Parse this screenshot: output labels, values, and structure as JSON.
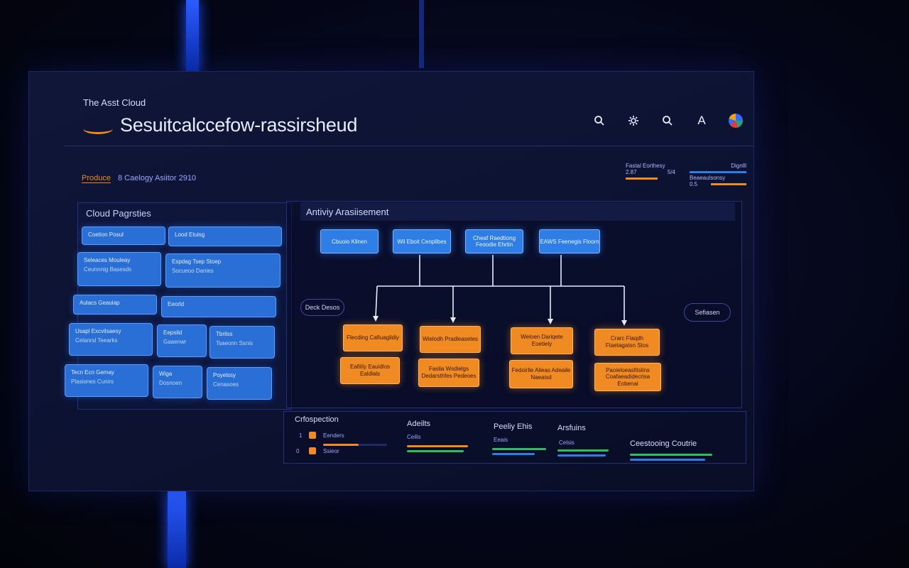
{
  "header": {
    "brand_sub": "The Asst Cloud",
    "title": "Sesuitcalccefow-rassirsheud",
    "icons": [
      "search-icon",
      "gear-icon",
      "search-icon",
      "text-icon",
      "globe-icon"
    ],
    "text_icon_glyph": "A"
  },
  "breadcrumb": {
    "active": "Produce",
    "rest": "8 Caelogy Asiitor 2910"
  },
  "mini_stats": {
    "col1_label": "Fastal Eorthesy",
    "col1_value": "2.87",
    "col1_aux": "5/4",
    "col2_label": "Dignlll",
    "col2_label2": "Beaeaulsonsy",
    "col2_value": "0.5"
  },
  "left_panel": {
    "title": "Cloud Pagrsties",
    "tiles": [
      {
        "title": "Coetion Posul",
        "sub": ""
      },
      {
        "title": "Lood Etuisg",
        "sub": ""
      },
      {
        "title": "Seleaces Mouleay",
        "sub": "Ceunnnig Basesds"
      },
      {
        "title": "Espdag Tsep Stoep",
        "sub": "Socueoo Danies"
      },
      {
        "title": "Aulacs Geauiap",
        "sub": ""
      },
      {
        "title": "Eeorld",
        "sub": ""
      },
      {
        "title": "Usapl Excvilsaesy",
        "sub": "Celanrsl Teearks"
      },
      {
        "title": "Eepsild",
        "sub": "Gaaenwr"
      },
      {
        "title": "Tbrilss",
        "sub": "Tsaeonn Ssnis"
      },
      {
        "title": "Tecn Ecn Gemay",
        "sub": "Plasiones Cunirs"
      },
      {
        "title": "Wiga",
        "sub": "Dosnoen"
      },
      {
        "title": "Poyelssy",
        "sub": "Cenasoes"
      }
    ]
  },
  "center_panel": {
    "title": "Antiviy Arasiisement",
    "top_nodes": [
      "Cbuoio Kllnen",
      "Wil Eboit Cenplibes",
      "Cheaf Raedtiong Feoodie Ehrtin",
      "EAWS Feenegis Floorn"
    ],
    "left_pill": "Deck Desos",
    "right_pill": "Sefiasen",
    "orange_row1": [
      "Flecding Cafiuaglidiy",
      "Wielodh Pradleasetes",
      "Weloen Dariqete Eoetiely",
      "Crarc Flaqdh Ftaetagatsn Stos"
    ],
    "orange_row2": [
      "Eafiiliy Eauidlos Ealdlals",
      "Faslia Wsdlelgs Dedarsthfes Pedeoes",
      "Fedoirlle Alieas Adeaile Naeaisd",
      "Paoieloeasfitslins Coafaeadidecrisa Eobenai"
    ]
  },
  "bottom_panel": {
    "cols": [
      {
        "title": "Crfospection",
        "rows": [
          "Eenders",
          "Ssieor"
        ]
      },
      {
        "title": "Adeilts",
        "sub": "Ceilis"
      },
      {
        "title": "Peeliy Ehis",
        "sub": "Eeais"
      },
      {
        "title": "Arsfuins",
        "sub": "Celsis"
      },
      {
        "title": "Ceestooing Coutrie",
        "sub": ""
      }
    ],
    "progress": {
      "crfospection": [
        0.55
      ],
      "adeilts": [
        0.85,
        0.78
      ],
      "peeliy": [
        0.95,
        0.75
      ],
      "arsfuins": [
        0.9,
        0.88
      ],
      "ceestooing": [
        0.9,
        0.8
      ]
    }
  },
  "colors": {
    "accent_orange": "#f08a22",
    "accent_blue": "#2e7ee6",
    "accent_green": "#2fbf5a",
    "background": "#0c1230"
  }
}
